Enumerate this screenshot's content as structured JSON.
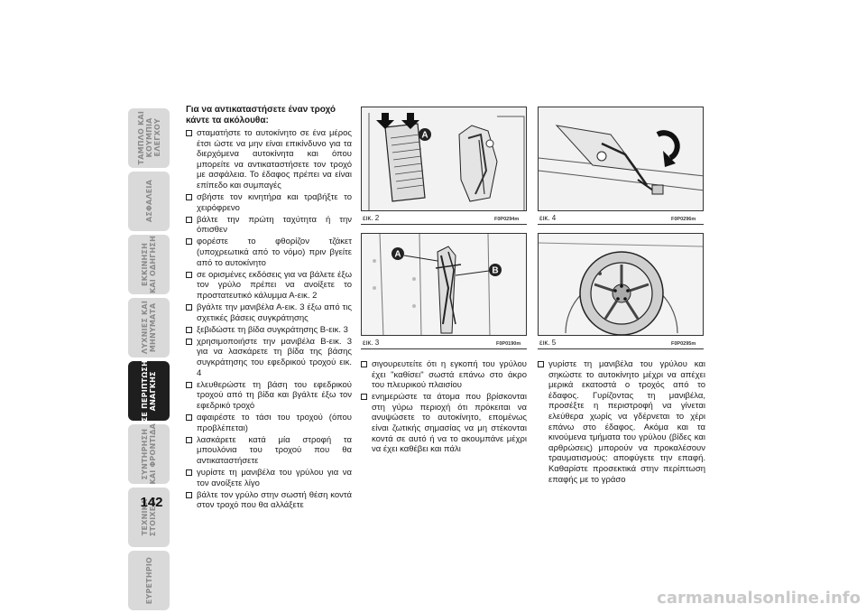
{
  "tabs": [
    {
      "label": "ΤΑΜΠΛΟ ΚΑΙ\nΚΟΥΜΠΙΑ\nΕΛΕΓΧΟΥ",
      "active": false
    },
    {
      "label": "ΑΣΦΑΛΕΙΑ",
      "active": false
    },
    {
      "label": "ΕΚΚΙΝΗΣΗ\nΚΑΙ ΟΔΗΓΗΣΗ",
      "active": false
    },
    {
      "label": "ΛΥΧΝΙΕΣ ΚΑΙ\nΜΗΝΥΜΑΤΑ",
      "active": false
    },
    {
      "label": "ΣΕ ΠΕΡΙΠΤΩΣΗ\nΑΝΑΓΚΗΣ",
      "active": true
    },
    {
      "label": "ΣΥΝΤΗΡΗΣΗ\nΚΑΙ ΦΡΟΝΤΙΔΑ",
      "active": false
    },
    {
      "label": "ΤΕΧΝΙΚΑ\nΣΤΟΙΧΕΙΑ",
      "active": false
    },
    {
      "label": "ΕΥΡΕΤΗΡΙΟ",
      "active": false
    }
  ],
  "page_number": "142",
  "column1": {
    "heading": "Για να αντικαταστήσετε έναν τροχό κάντε τα ακόλουθα:",
    "steps": [
      "σταματήστε το αυτοκίνητο σε ένα μέρος έτσι ώστε να μην είναι επικίνδυνο για τα διερχόμενα αυτοκίνητα και όπου μπορείτε να αντικαταστήσετε τον τροχό με ασφάλεια. Το έδαφος πρέπει να είναι επίπεδο και συμπαγές",
      "σβήστε τον κινητήρα και τραβήξτε το χειρόφρενο",
      "βάλτε την πρώτη ταχύτητα ή την όπισθεν",
      "φορέστε το φθορίζον τζάκετ (υποχρεωτικά από το νόμο) πριν βγείτε από το αυτοκίνητο",
      "σε ορισμένες εκδόσεις για να βάλετε έξω τον γρύλο πρέπει να ανοίξετε το προστατευτικό κάλυμμα Α-εικ. 2",
      "βγάλτε την μανιβέλα Α-εικ. 3 έξω από τις σχετικές βάσεις συγκράτησης",
      "ξεβιδώστε τη βίδα συγκράτησης Β-εικ. 3",
      "χρησιμοποιήστε την μανιβέλα Β-εικ. 3 για να λασκάρετε τη βίδα της βάσης συγκράτησης του εφεδρικού τροχού εικ. 4",
      "ελευθερώστε τη βάση του εφεδρικού τροχού από τη βίδα και βγάλτε έξω τον εφεδρικό τροχό",
      "αφαιρέστε το τάσι του τροχού (όπου προβλέπεται)",
      "λασκάρετε κατά μία στροφή τα μπουλόνια του τροχού που θα αντικαταστήσετε",
      "γυρίστε τη μανιβέλα του γρύλου για να τον ανοίξετε λίγο",
      "βάλτε τον γρύλο στην σωστή θέση κοντά στον τροχό που θα αλλάξετε"
    ]
  },
  "column2": {
    "steps": [
      "σιγουρευτείτε ότι η εγκοπή του γρύλου έχει \"καθίσει\" σωστά επάνω στο άκρο του πλευρικού πλαισίου",
      "ενημερώστε τα άτομα που βρίσκονται στη γύρω περιοχή ότι πρόκειται να ανυψώσετε το αυτοκίνητο, επομένως είναι ζωτικής σημασίας να μη στέκονται κοντά σε αυτό ή να το ακουμπάνε μέχρι να έχει καθέβει και πάλι"
    ]
  },
  "column3": {
    "steps": [
      "γυρίστε τη μανιβέλα του γρύλου και σηκώστε το αυτοκίνητο μέχρι να απέχει μερικά εκατοστά ο τροχός από το έδαφος. Γυρίζοντας τη μανιβέλα, προσέξτε η περιστροφή να γίνεται ελεύθερα χωρίς να γδέρνεται το χέρι επάνω στο έδαφος. Ακόμα και τα κινούμενα τμήματα του γρύλου (βίδες και αρθρώσεις) μπορούν να προκαλέσουν τραυματισμούς: αποφύγετε την επαφή. Καθαρίστε προσεκτικά στην περίπτωση επαφής με το γράσο"
    ]
  },
  "figures": {
    "fig2": {
      "label": "εικ. 2",
      "code": "F0P0294m",
      "callouts": [
        "A"
      ]
    },
    "fig3": {
      "label": "εικ. 3",
      "code": "F0P0190m",
      "callouts": [
        "A",
        "B"
      ]
    },
    "fig4": {
      "label": "εικ. 4",
      "code": "F0P0296m"
    },
    "fig5": {
      "label": "εικ. 5",
      "code": "F0P0295m"
    }
  },
  "watermark": "carmanualsonline.info"
}
